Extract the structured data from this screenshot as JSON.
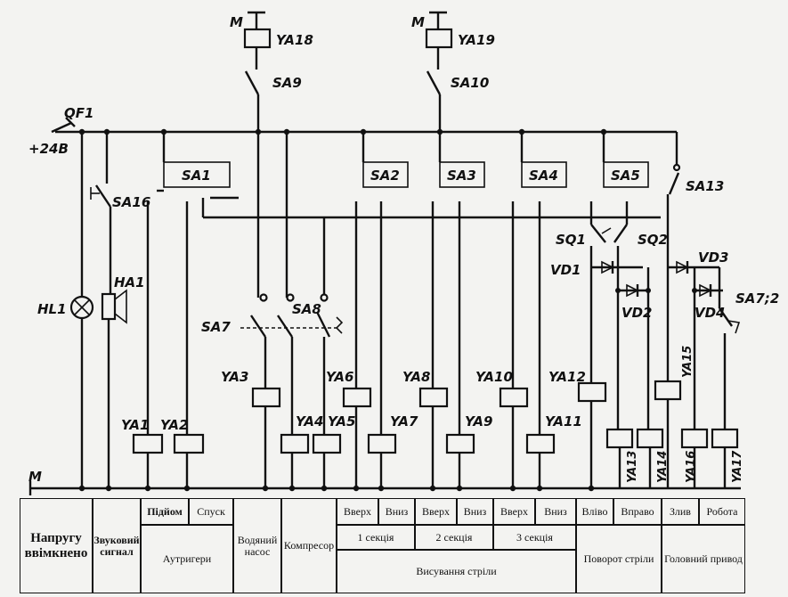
{
  "labels": {
    "m_top1": "M",
    "ya18": "YA18",
    "m_top2": "M",
    "ya19": "YA19",
    "sa9": "SA9",
    "sa10": "SA10",
    "qf1": "QF1",
    "v24": "+24B",
    "sa1": "SA1",
    "sa2": "SA2",
    "sa3": "SA3",
    "sa4": "SA4",
    "sa5": "SA5",
    "sa13": "SA13",
    "sa16": "SA16",
    "ha1": "HA1",
    "hl1": "HL1",
    "sa7": "SA7",
    "sa8": "SA8",
    "sq1": "SQ1",
    "sq2": "SQ2",
    "vd1": "VD1",
    "vd2": "VD2",
    "vd3": "VD3",
    "vd4": "VD4",
    "sa7_2": "SA7;2",
    "ya1": "YA1",
    "ya2": "YA2",
    "ya3": "YA3",
    "ya4": "YA4",
    "ya5": "YA5",
    "ya6": "YA6",
    "ya7": "YA7",
    "ya8": "YA8",
    "ya9": "YA9",
    "ya10": "YA10",
    "ya11": "YA11",
    "ya12": "YA12",
    "ya13": "YA13",
    "ya14": "YA14",
    "ya15": "YA15",
    "ya16": "YA16",
    "ya17": "YA17",
    "m_bus": "M"
  },
  "table": {
    "power_on": "Напругу ввімкнено",
    "sound": "Звуко­вий сиг­нал",
    "lift": "Підйом",
    "lower": "Спуск",
    "outriggers": "Аутригери",
    "water_pump": "Водя­ний на­сос",
    "compressor": "Комп­ресор",
    "up1": "Вверх",
    "down1": "Вниз",
    "up2": "Вверх",
    "down2": "Вниз",
    "up3": "Вверх",
    "down3": "Вниз",
    "section1": "1 секція",
    "section2": "2 секція",
    "section3": "3 секція",
    "boom_extend": "Висування стріли",
    "left": "Вліво",
    "right": "Вправо",
    "boom_rotate": "Поворот стріли",
    "drain": "Злив",
    "work": "Робота",
    "main_drive": "Головний привод"
  }
}
